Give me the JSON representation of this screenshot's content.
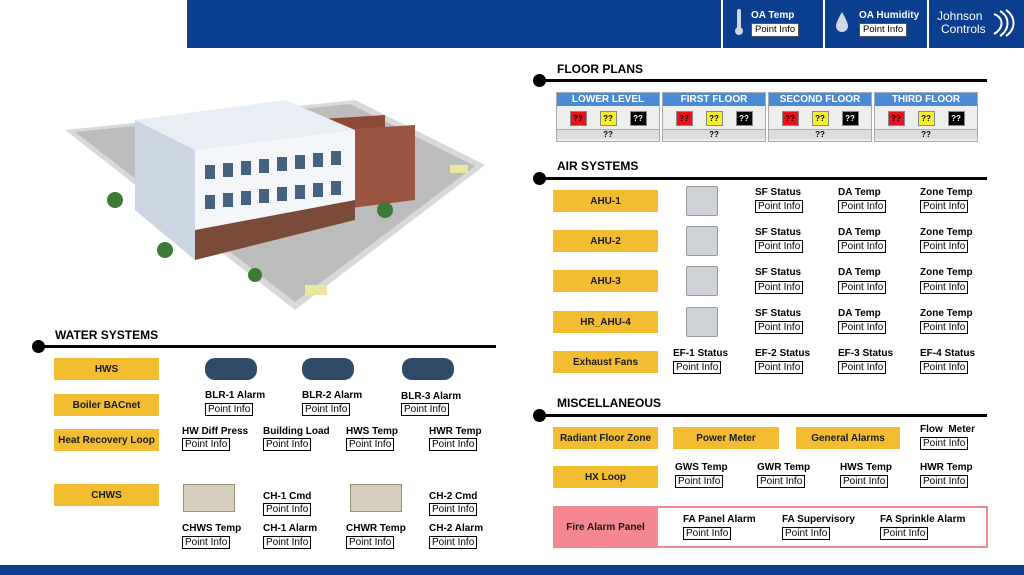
{
  "header": {
    "oa_temp_label": "OA Temp",
    "oa_temp_value": "Point Info",
    "oa_humidity_label": "OA Humidity",
    "oa_humidity_value": "Point Info",
    "brand_line1": "Johnson",
    "brand_line2": "Controls",
    "colors": {
      "bar": "#0b3e8e",
      "white": "#ffffff"
    }
  },
  "water": {
    "title": "WATER SYSTEMS",
    "buttons": {
      "hws": "HWS",
      "boiler": "Boiler BACnet",
      "heat_recovery": "Heat Recovery Loop",
      "chws": "CHWS"
    },
    "blr1": "BLR-1 Alarm",
    "blr2": "BLR-2 Alarm",
    "blr3": "BLR-3 Alarm",
    "hw_diff": "HW Diff Press",
    "building_load": "Building Load",
    "hws_temp": "HWS Temp",
    "hwr_temp": "HWR Temp",
    "ch1_cmd": "CH-1 Cmd",
    "ch2_cmd": "CH-2 Cmd",
    "chws_temp": "CHWS Temp",
    "ch1_alarm": "CH-1 Alarm",
    "chwr_temp": "CHWR Temp",
    "ch2_alarm": "CH-2 Alarm",
    "point_info": "Point Info"
  },
  "floor_plans": {
    "title": "FLOOR PLANS",
    "floors": [
      {
        "name": "LOWER LEVEL",
        "red": "??",
        "yellow": "??",
        "black": "??",
        "bottom": "??"
      },
      {
        "name": "FIRST FLOOR",
        "red": "??",
        "yellow": "??",
        "black": "??",
        "bottom": "??"
      },
      {
        "name": "SECOND FLOOR",
        "red": "??",
        "yellow": "??",
        "black": "??",
        "bottom": "??"
      },
      {
        "name": "THIRD FLOOR",
        "red": "??",
        "yellow": "??",
        "black": "??",
        "bottom": "??"
      }
    ]
  },
  "air": {
    "title": "AIR SYSTEMS",
    "units": [
      "AHU-1",
      "AHU-2",
      "AHU-3",
      "HR_AHU-4"
    ],
    "sf_status": "SF Status",
    "da_temp": "DA Temp",
    "zone_temp": "Zone Temp",
    "exhaust": "Exhaust Fans",
    "ef": [
      "EF-1 Status",
      "EF-2 Status",
      "EF-3 Status",
      "EF-4 Status"
    ],
    "point_info": "Point Info"
  },
  "misc": {
    "title": "MISCELLANEOUS",
    "radiant": "Radiant Floor Zone",
    "power_meter": "Power Meter",
    "general_alarms": "General Alarms",
    "flow_meter": "Flow  Meter",
    "hx_loop": "HX Loop",
    "gws_temp": "GWS Temp",
    "gwr_temp": "GWR Temp",
    "hws_temp": "HWS Temp",
    "hwr_temp": "HWR Temp",
    "fire_alarm": "Fire Alarm Panel",
    "fa_panel": "FA Panel Alarm",
    "fa_supervisory": "FA Supervisory",
    "fa_sprinkle": "FA Sprinkle Alarm",
    "point_info": "Point Info"
  }
}
